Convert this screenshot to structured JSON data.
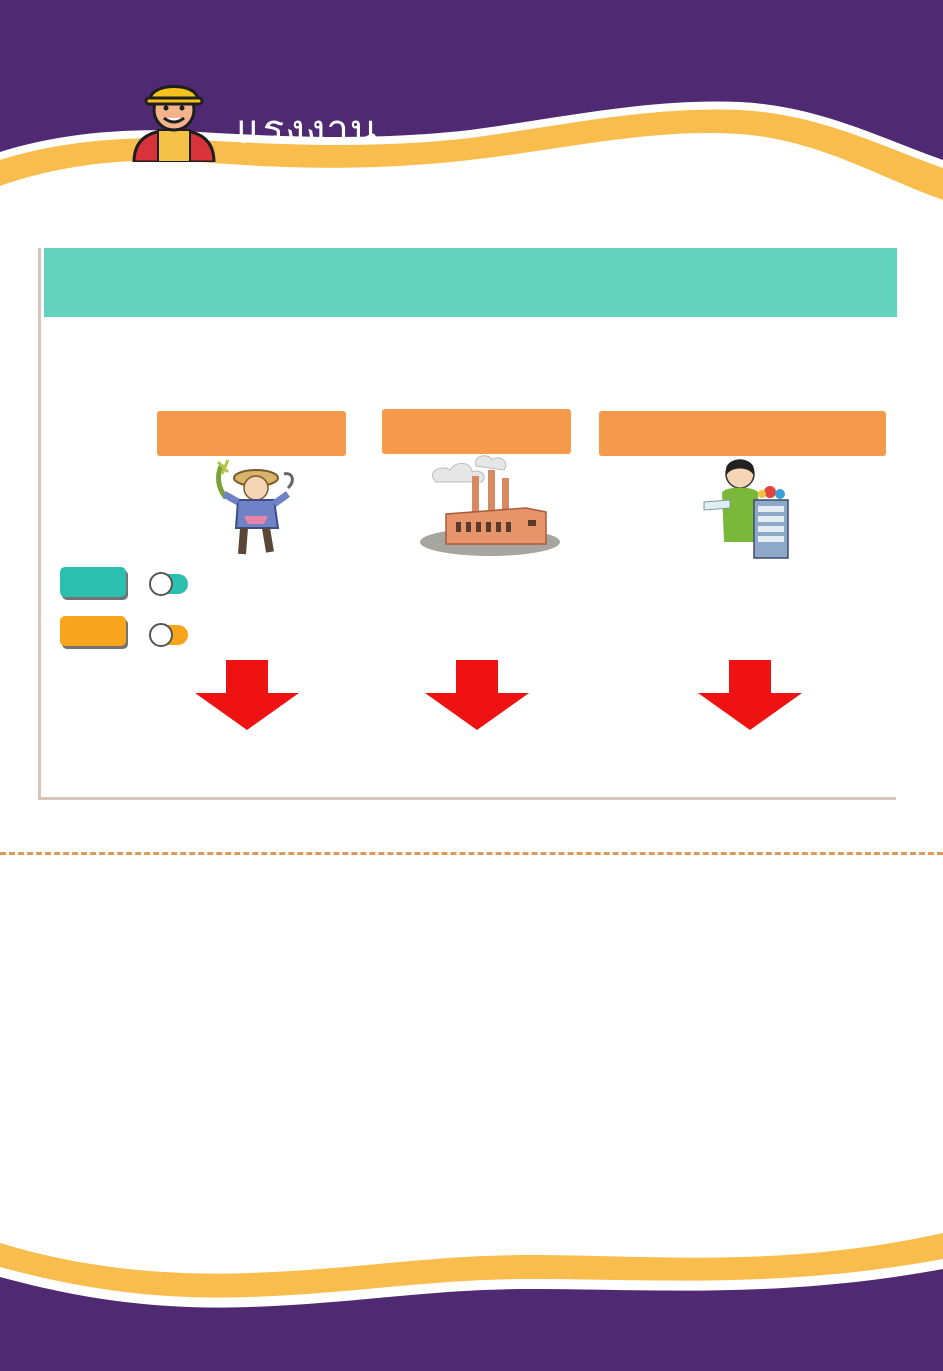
{
  "header": {
    "title": "แรงงาน",
    "icon": "construction-worker-icon"
  },
  "colors": {
    "band_purple": "#4f2a72",
    "band_gold": "#f9bd4e",
    "panel_header_teal": "#62d4be",
    "sector_label_orange": "#f49a4a",
    "legend_teal": "#2bbfb0",
    "legend_orange": "#f9a51b",
    "arrow_red": "#ee1212",
    "divider": "#e0985a"
  },
  "sectors": [
    {
      "key": "agriculture",
      "label": "",
      "icon": "farmer-illustration"
    },
    {
      "key": "industry",
      "label": "",
      "icon": "factory-illustration"
    },
    {
      "key": "services",
      "label": "",
      "icon": "vendor-illustration"
    }
  ],
  "legend": [
    {
      "key": "teal",
      "label": "",
      "icon": "toggle-icon"
    },
    {
      "key": "orange",
      "label": "",
      "icon": "toggle-icon"
    }
  ],
  "arrows": [
    "down-arrow-icon",
    "down-arrow-icon",
    "down-arrow-icon"
  ]
}
